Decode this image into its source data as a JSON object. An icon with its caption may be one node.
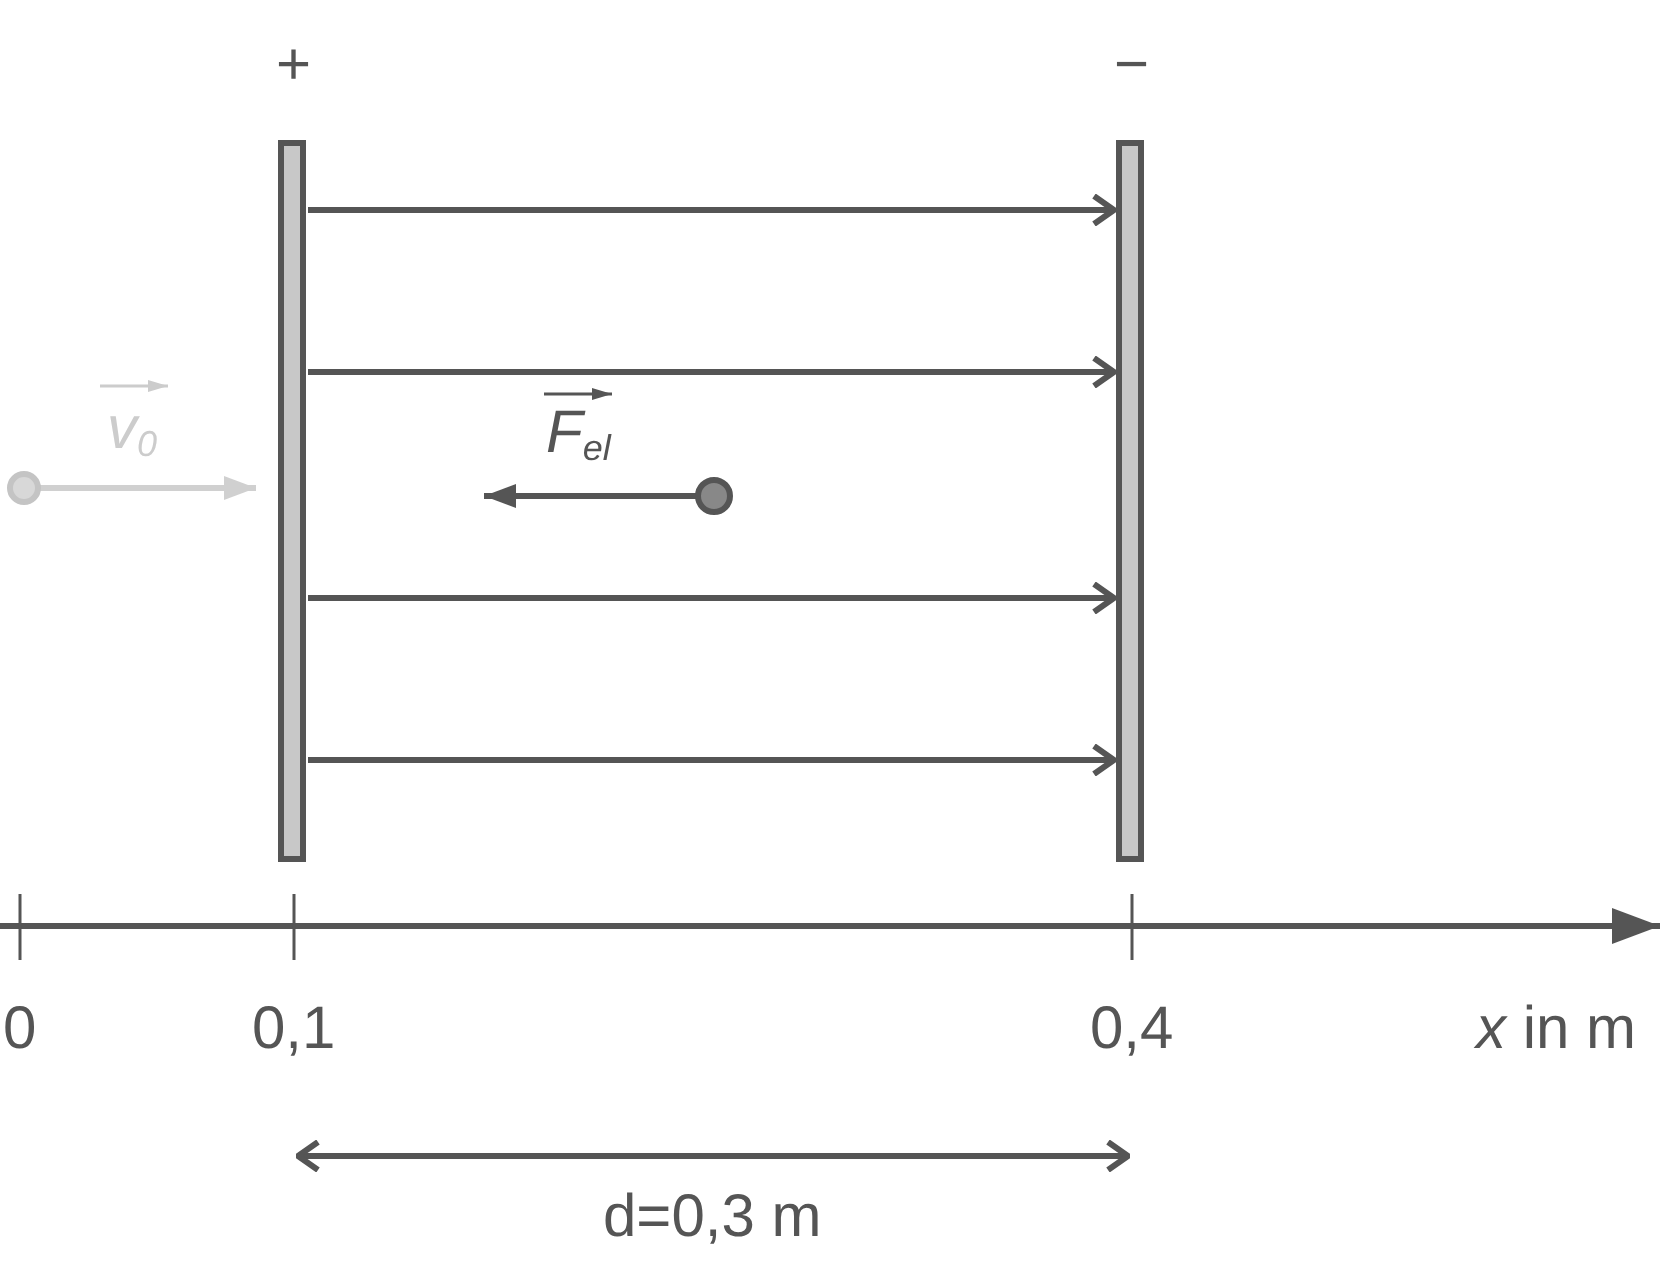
{
  "diagram": {
    "nodes": [
      {
        "text": [
          "+"
        ]
      },
      {
        "text": [
          "−"
        ]
      }
    ],
    "edges": [
      {
        "from": 0,
        "to": 1,
        "arrow": "to"
      },
      {
        "from": 0,
        "to": 1,
        "arrow": "to"
      },
      {
        "from": 0,
        "to": 1,
        "arrow": "to"
      },
      {
        "from": 0,
        "to": 1,
        "arrow": "to"
      }
    ],
    "labels": [
      "v$_{0}$",
      "F$_{el}$",
      "0",
      "0,1",
      "0,4",
      "*x* in m",
      "d=0,3 m"
    ]
  }
}
